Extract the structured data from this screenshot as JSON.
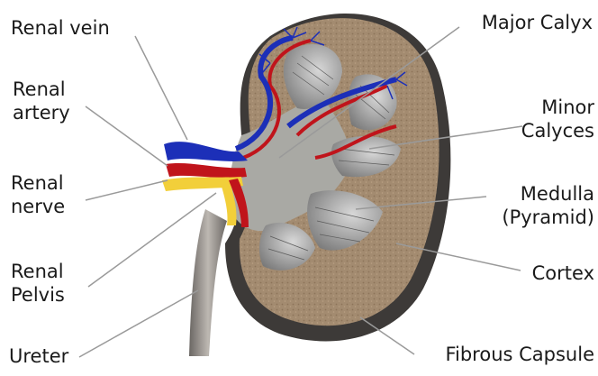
{
  "labels": {
    "renal_vein": "Renal vein",
    "renal_artery": [
      "Renal",
      "artery"
    ],
    "renal_nerve": [
      "Renal",
      "nerve"
    ],
    "renal_pelvis": [
      "Renal",
      "Pelvis"
    ],
    "ureter": "Ureter",
    "major_calyx": "Major Calyx",
    "minor_calyces": [
      "Minor",
      "Calyces"
    ],
    "medulla": [
      "Medulla",
      "(Pyramid)"
    ],
    "cortex": "Cortex",
    "fibrous_capsule": "Fibrous Capsule"
  },
  "colors": {
    "vein": "#1c2fb8",
    "artery": "#c0141b",
    "nerve": "#f2cf3a",
    "cortex": "#9c8468",
    "capsule": "#3d3a38",
    "pyramid": "#8f8f8f",
    "pelvis": "#a9a9a4",
    "leader_line": "#9a9a9a"
  }
}
